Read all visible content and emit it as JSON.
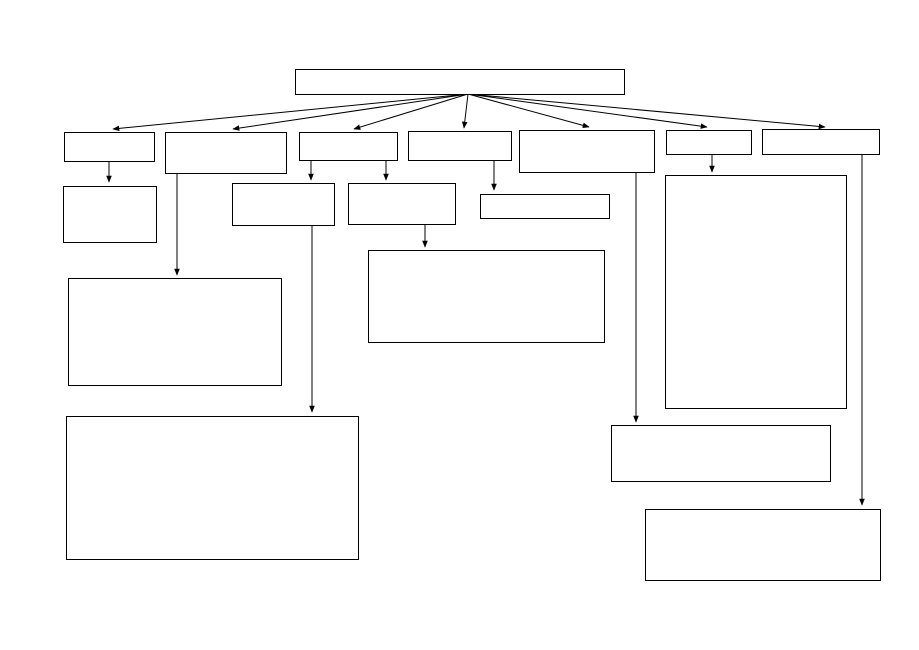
{
  "diagram": {
    "type": "hierarchy-chart",
    "line_color": "#000000",
    "box_fill": "#ffffff",
    "nodes": [
      {
        "id": "root",
        "label": ""
      },
      {
        "id": "c1",
        "label": ""
      },
      {
        "id": "c2",
        "label": ""
      },
      {
        "id": "c3",
        "label": ""
      },
      {
        "id": "c4",
        "label": ""
      },
      {
        "id": "c5",
        "label": ""
      },
      {
        "id": "c6",
        "label": ""
      },
      {
        "id": "c7",
        "label": ""
      },
      {
        "id": "c1a",
        "label": ""
      },
      {
        "id": "c2a",
        "label": ""
      },
      {
        "id": "c3a",
        "label": ""
      },
      {
        "id": "c3b",
        "label": ""
      },
      {
        "id": "c3a1",
        "label": ""
      },
      {
        "id": "c3b1",
        "label": ""
      },
      {
        "id": "c4a",
        "label": ""
      },
      {
        "id": "c5a",
        "label": ""
      },
      {
        "id": "c6a",
        "label": ""
      },
      {
        "id": "c7a",
        "label": ""
      }
    ],
    "edges": [
      {
        "from": "root",
        "to": "c1"
      },
      {
        "from": "root",
        "to": "c2"
      },
      {
        "from": "root",
        "to": "c3"
      },
      {
        "from": "root",
        "to": "c4"
      },
      {
        "from": "root",
        "to": "c5"
      },
      {
        "from": "root",
        "to": "c6"
      },
      {
        "from": "root",
        "to": "c7"
      },
      {
        "from": "c1",
        "to": "c1a"
      },
      {
        "from": "c2",
        "to": "c2a"
      },
      {
        "from": "c3",
        "to": "c3a"
      },
      {
        "from": "c3",
        "to": "c3b"
      },
      {
        "from": "c3a",
        "to": "c3a1"
      },
      {
        "from": "c3b",
        "to": "c3b1"
      },
      {
        "from": "c4",
        "to": "c4a"
      },
      {
        "from": "c5",
        "to": "c5a"
      },
      {
        "from": "c6",
        "to": "c6a"
      },
      {
        "from": "c7",
        "to": "c7a"
      }
    ]
  }
}
